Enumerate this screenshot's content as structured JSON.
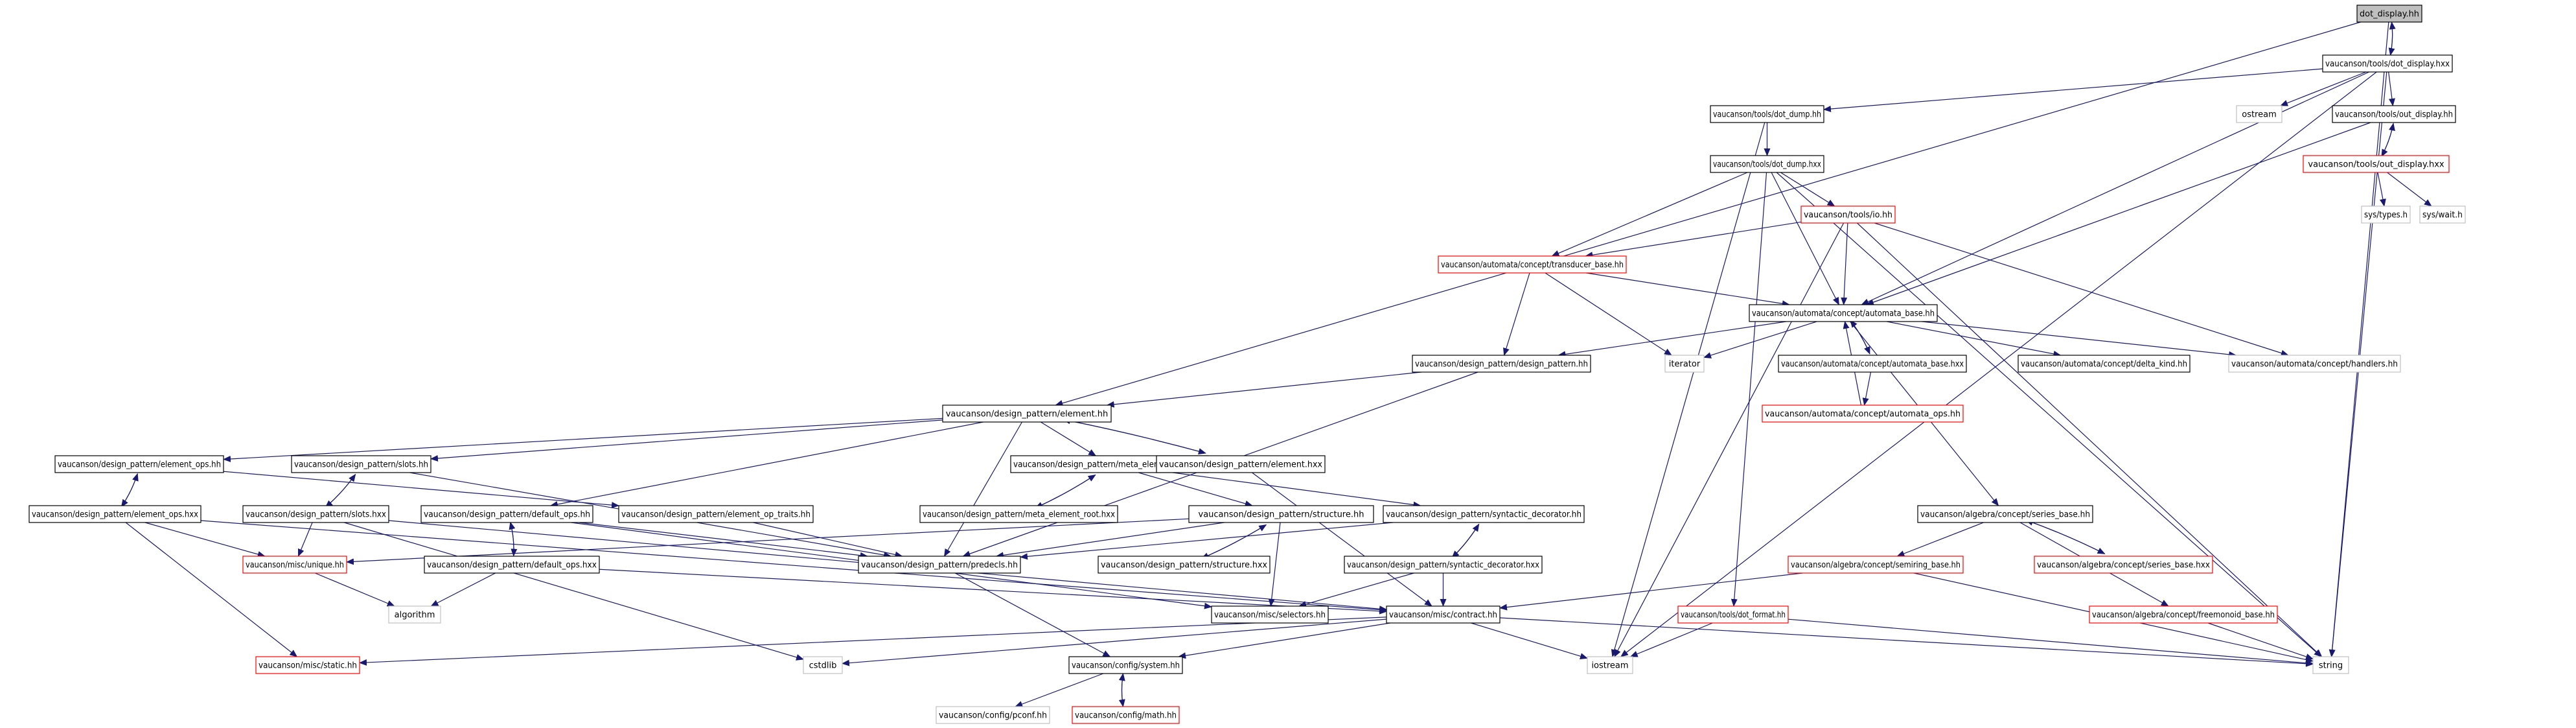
{
  "colors": {
    "normal_border": "#000000",
    "missing_border": "#ff0000",
    "system_border": "#c0c0c0",
    "root_fill": "#bfbfbf",
    "edge": "#191970",
    "text": "#000000"
  },
  "nodes": [
    {
      "id": "dot_display_hh",
      "label": "dot_display.hh",
      "kind": "root"
    },
    {
      "id": "dot_display_hxx",
      "label": "vaucanson/tools/dot_display.hxx",
      "kind": "normal"
    },
    {
      "id": "ostream",
      "label": "ostream",
      "kind": "system"
    },
    {
      "id": "out_display_hh",
      "label": "vaucanson/tools/out_display.hh",
      "kind": "normal"
    },
    {
      "id": "dot_dump_hh",
      "label": "vaucanson/tools/dot_dump.hh",
      "kind": "normal"
    },
    {
      "id": "out_display_hxx",
      "label": "vaucanson/tools/out_display.hxx",
      "kind": "missing"
    },
    {
      "id": "dot_dump_hxx",
      "label": "vaucanson/tools/dot_dump.hxx",
      "kind": "normal"
    },
    {
      "id": "sys_types",
      "label": "sys/types.h",
      "kind": "system"
    },
    {
      "id": "sys_wait",
      "label": "sys/wait.h",
      "kind": "system"
    },
    {
      "id": "io_hh",
      "label": "vaucanson/tools/io.hh",
      "kind": "missing"
    },
    {
      "id": "transducer_base",
      "label": "vaucanson/automata/concept/transducer_base.hh",
      "kind": "missing"
    },
    {
      "id": "automata_base_hh",
      "label": "vaucanson/automata/concept/automata_base.hh",
      "kind": "normal"
    },
    {
      "id": "design_pattern_hh",
      "label": "vaucanson/design_pattern/design_pattern.hh",
      "kind": "normal"
    },
    {
      "id": "iterator",
      "label": "iterator",
      "kind": "system"
    },
    {
      "id": "automata_base_hxx",
      "label": "vaucanson/automata/concept/automata_base.hxx",
      "kind": "normal"
    },
    {
      "id": "delta_kind",
      "label": "vaucanson/automata/concept/delta_kind.hh",
      "kind": "normal"
    },
    {
      "id": "handlers",
      "label": "vaucanson/automata/concept/handlers.hh",
      "kind": "system"
    },
    {
      "id": "automata_ops",
      "label": "vaucanson/automata/concept/automata_ops.hh",
      "kind": "missing"
    },
    {
      "id": "element_hh",
      "label": "vaucanson/design_pattern/element.hh",
      "kind": "normal"
    },
    {
      "id": "element_ops_hh",
      "label": "vaucanson/design_pattern/element_ops.hh",
      "kind": "normal"
    },
    {
      "id": "slots_hh",
      "label": "vaucanson/design_pattern/slots.hh",
      "kind": "normal"
    },
    {
      "id": "meta_element_root_hh",
      "label": "vaucanson/design_pattern/meta_element_root.hh",
      "kind": "normal"
    },
    {
      "id": "element_hxx",
      "label": "vaucanson/design_pattern/element.hxx",
      "kind": "normal"
    },
    {
      "id": "element_ops_hxx",
      "label": "vaucanson/design_pattern/element_ops.hxx",
      "kind": "normal"
    },
    {
      "id": "slots_hxx",
      "label": "vaucanson/design_pattern/slots.hxx",
      "kind": "normal"
    },
    {
      "id": "meta_element_root_hxx",
      "label": "vaucanson/design_pattern/meta_element_root.hxx",
      "kind": "normal"
    },
    {
      "id": "default_ops_hh",
      "label": "vaucanson/design_pattern/default_ops.hh",
      "kind": "normal"
    },
    {
      "id": "element_op_traits",
      "label": "vaucanson/design_pattern/element_op_traits.hh",
      "kind": "normal"
    },
    {
      "id": "structure_hh",
      "label": "vaucanson/design_pattern/structure.hh",
      "kind": "normal"
    },
    {
      "id": "syntactic_decorator_hh",
      "label": "vaucanson/design_pattern/syntactic_decorator.hh",
      "kind": "normal"
    },
    {
      "id": "series_base_hh",
      "label": "vaucanson/algebra/concept/series_base.hh",
      "kind": "normal"
    },
    {
      "id": "unique_hh",
      "label": "vaucanson/misc/unique.hh",
      "kind": "missing"
    },
    {
      "id": "default_ops_hxx",
      "label": "vaucanson/design_pattern/default_ops.hxx",
      "kind": "normal"
    },
    {
      "id": "predecls_hh",
      "label": "vaucanson/design_pattern/predecls.hh",
      "kind": "normal"
    },
    {
      "id": "structure_hxx",
      "label": "vaucanson/design_pattern/structure.hxx",
      "kind": "normal"
    },
    {
      "id": "syntactic_decorator_hxx",
      "label": "vaucanson/design_pattern/syntactic_decorator.hxx",
      "kind": "normal"
    },
    {
      "id": "semiring_base",
      "label": "vaucanson/algebra/concept/semiring_base.hh",
      "kind": "missing"
    },
    {
      "id": "series_base_hxx",
      "label": "vaucanson/algebra/concept/series_base.hxx",
      "kind": "missing"
    },
    {
      "id": "algorithm",
      "label": "algorithm",
      "kind": "system"
    },
    {
      "id": "selectors_hh",
      "label": "vaucanson/misc/selectors.hh",
      "kind": "normal"
    },
    {
      "id": "contract_hh",
      "label": "vaucanson/misc/contract.hh",
      "kind": "normal"
    },
    {
      "id": "dot_format",
      "label": "vaucanson/tools/dot_format.hh",
      "kind": "missing"
    },
    {
      "id": "freemonoid_base",
      "label": "vaucanson/algebra/concept/freemonoid_base.hh",
      "kind": "missing"
    },
    {
      "id": "static_hh",
      "label": "vaucanson/misc/static.hh",
      "kind": "missing"
    },
    {
      "id": "cstdlib",
      "label": "cstdlib",
      "kind": "system"
    },
    {
      "id": "iostream",
      "label": "iostream",
      "kind": "system"
    },
    {
      "id": "string",
      "label": "string",
      "kind": "system"
    },
    {
      "id": "system_hh",
      "label": "vaucanson/config/system.hh",
      "kind": "normal"
    },
    {
      "id": "pconf",
      "label": "vaucanson/config/pconf.hh",
      "kind": "system"
    },
    {
      "id": "math_hh",
      "label": "vaucanson/config/math.hh",
      "kind": "missing"
    }
  ],
  "edges": [
    [
      "dot_display_hh",
      "dot_display_hxx"
    ],
    [
      "dot_display_hxx",
      "dot_display_hh"
    ],
    [
      "dot_display_hh",
      "element_hh"
    ],
    [
      "dot_display_hh",
      "string"
    ],
    [
      "dot_display_hxx",
      "ostream"
    ],
    [
      "dot_display_hxx",
      "out_display_hh"
    ],
    [
      "dot_display_hxx",
      "dot_dump_hh"
    ],
    [
      "dot_display_hxx",
      "automata_base_hh"
    ],
    [
      "dot_display_hxx",
      "string"
    ],
    [
      "dot_display_hxx",
      "iostream"
    ],
    [
      "out_display_hh",
      "out_display_hxx"
    ],
    [
      "out_display_hxx",
      "out_display_hh"
    ],
    [
      "out_display_hh",
      "automata_base_hh"
    ],
    [
      "out_display_hxx",
      "sys_types"
    ],
    [
      "out_display_hxx",
      "sys_wait"
    ],
    [
      "dot_dump_hh",
      "dot_dump_hxx"
    ],
    [
      "dot_dump_hh",
      "iostream"
    ],
    [
      "dot_dump_hxx",
      "io_hh"
    ],
    [
      "dot_dump_hxx",
      "transducer_base"
    ],
    [
      "dot_dump_hxx",
      "automata_base_hh"
    ],
    [
      "dot_dump_hxx",
      "dot_format"
    ],
    [
      "dot_dump_hxx",
      "string"
    ],
    [
      "io_hh",
      "transducer_base"
    ],
    [
      "io_hh",
      "automata_base_hh"
    ],
    [
      "io_hh",
      "handlers"
    ],
    [
      "io_hh",
      "iostream"
    ],
    [
      "io_hh",
      "string"
    ],
    [
      "transducer_base",
      "automata_base_hh"
    ],
    [
      "transducer_base",
      "design_pattern_hh"
    ],
    [
      "transducer_base",
      "iterator"
    ],
    [
      "automata_base_hh",
      "design_pattern_hh"
    ],
    [
      "automata_base_hh",
      "iterator"
    ],
    [
      "automata_base_hh",
      "automata_base_hxx"
    ],
    [
      "automata_base_hh",
      "delta_kind"
    ],
    [
      "automata_base_hh",
      "handlers"
    ],
    [
      "automata_base_hh",
      "series_base_hh"
    ],
    [
      "automata_base_hxx",
      "automata_base_hh"
    ],
    [
      "automata_base_hxx",
      "automata_ops"
    ],
    [
      "automata_ops",
      "automata_base_hh"
    ],
    [
      "design_pattern_hh",
      "element_hh"
    ],
    [
      "design_pattern_hh",
      "predecls_hh"
    ],
    [
      "element_hh",
      "element_ops_hh"
    ],
    [
      "element_hh",
      "slots_hh"
    ],
    [
      "element_hh",
      "meta_element_root_hh"
    ],
    [
      "element_hh",
      "element_hxx"
    ],
    [
      "element_hh",
      "default_ops_hh"
    ],
    [
      "element_hh",
      "predecls_hh"
    ],
    [
      "element_hxx",
      "element_hh"
    ],
    [
      "element_hxx",
      "contract_hh"
    ],
    [
      "element_ops_hh",
      "element_ops_hxx"
    ],
    [
      "element_ops_hxx",
      "element_ops_hh"
    ],
    [
      "element_ops_hh",
      "element_op_traits"
    ],
    [
      "element_ops_hxx",
      "unique_hh"
    ],
    [
      "element_ops_hxx",
      "static_hh"
    ],
    [
      "element_ops_hxx",
      "contract_hh"
    ],
    [
      "slots_hh",
      "slots_hxx"
    ],
    [
      "slots_hxx",
      "slots_hh"
    ],
    [
      "slots_hh",
      "predecls_hh"
    ],
    [
      "slots_hxx",
      "unique_hh"
    ],
    [
      "slots_hxx",
      "contract_hh"
    ],
    [
      "slots_hxx",
      "cstdlib"
    ],
    [
      "meta_element_root_hh",
      "meta_element_root_hxx"
    ],
    [
      "meta_element_root_hxx",
      "meta_element_root_hh"
    ],
    [
      "meta_element_root_hh",
      "structure_hh"
    ],
    [
      "meta_element_root_hh",
      "syntactic_decorator_hh"
    ],
    [
      "element_op_traits",
      "predecls_hh"
    ],
    [
      "default_ops_hh",
      "default_ops_hxx"
    ],
    [
      "default_ops_hxx",
      "default_ops_hh"
    ],
    [
      "default_ops_hh",
      "predecls_hh"
    ],
    [
      "default_ops_hh",
      "selectors_hh"
    ],
    [
      "default_ops_hxx",
      "algorithm"
    ],
    [
      "default_ops_hxx",
      "contract_hh"
    ],
    [
      "structure_hh",
      "structure_hxx"
    ],
    [
      "structure_hxx",
      "structure_hh"
    ],
    [
      "structure_hh",
      "predecls_hh"
    ],
    [
      "structure_hh",
      "unique_hh"
    ],
    [
      "structure_hh",
      "selectors_hh"
    ],
    [
      "syntactic_decorator_hh",
      "syntactic_decorator_hxx"
    ],
    [
      "syntactic_decorator_hxx",
      "syntactic_decorator_hh"
    ],
    [
      "syntactic_decorator_hh",
      "predecls_hh"
    ],
    [
      "syntactic_decorator_hxx",
      "selectors_hh"
    ],
    [
      "syntactic_decorator_hxx",
      "contract_hh"
    ],
    [
      "series_base_hh",
      "series_base_hxx"
    ],
    [
      "series_base_hxx",
      "series_base_hh"
    ],
    [
      "series_base_hh",
      "semiring_base"
    ],
    [
      "series_base_hh",
      "freemonoid_base"
    ],
    [
      "semiring_base",
      "contract_hh"
    ],
    [
      "semiring_base",
      "string"
    ],
    [
      "freemonoid_base",
      "string"
    ],
    [
      "unique_hh",
      "algorithm"
    ],
    [
      "predecls_hh",
      "system_hh"
    ],
    [
      "contract_hh",
      "system_hh"
    ],
    [
      "contract_hh",
      "static_hh"
    ],
    [
      "contract_hh",
      "cstdlib"
    ],
    [
      "contract_hh",
      "iostream"
    ],
    [
      "contract_hh",
      "string"
    ],
    [
      "dot_format",
      "iostream"
    ],
    [
      "dot_format",
      "string"
    ],
    [
      "system_hh",
      "pconf"
    ],
    [
      "system_hh",
      "math_hh"
    ],
    [
      "math_hh",
      "system_hh"
    ]
  ]
}
